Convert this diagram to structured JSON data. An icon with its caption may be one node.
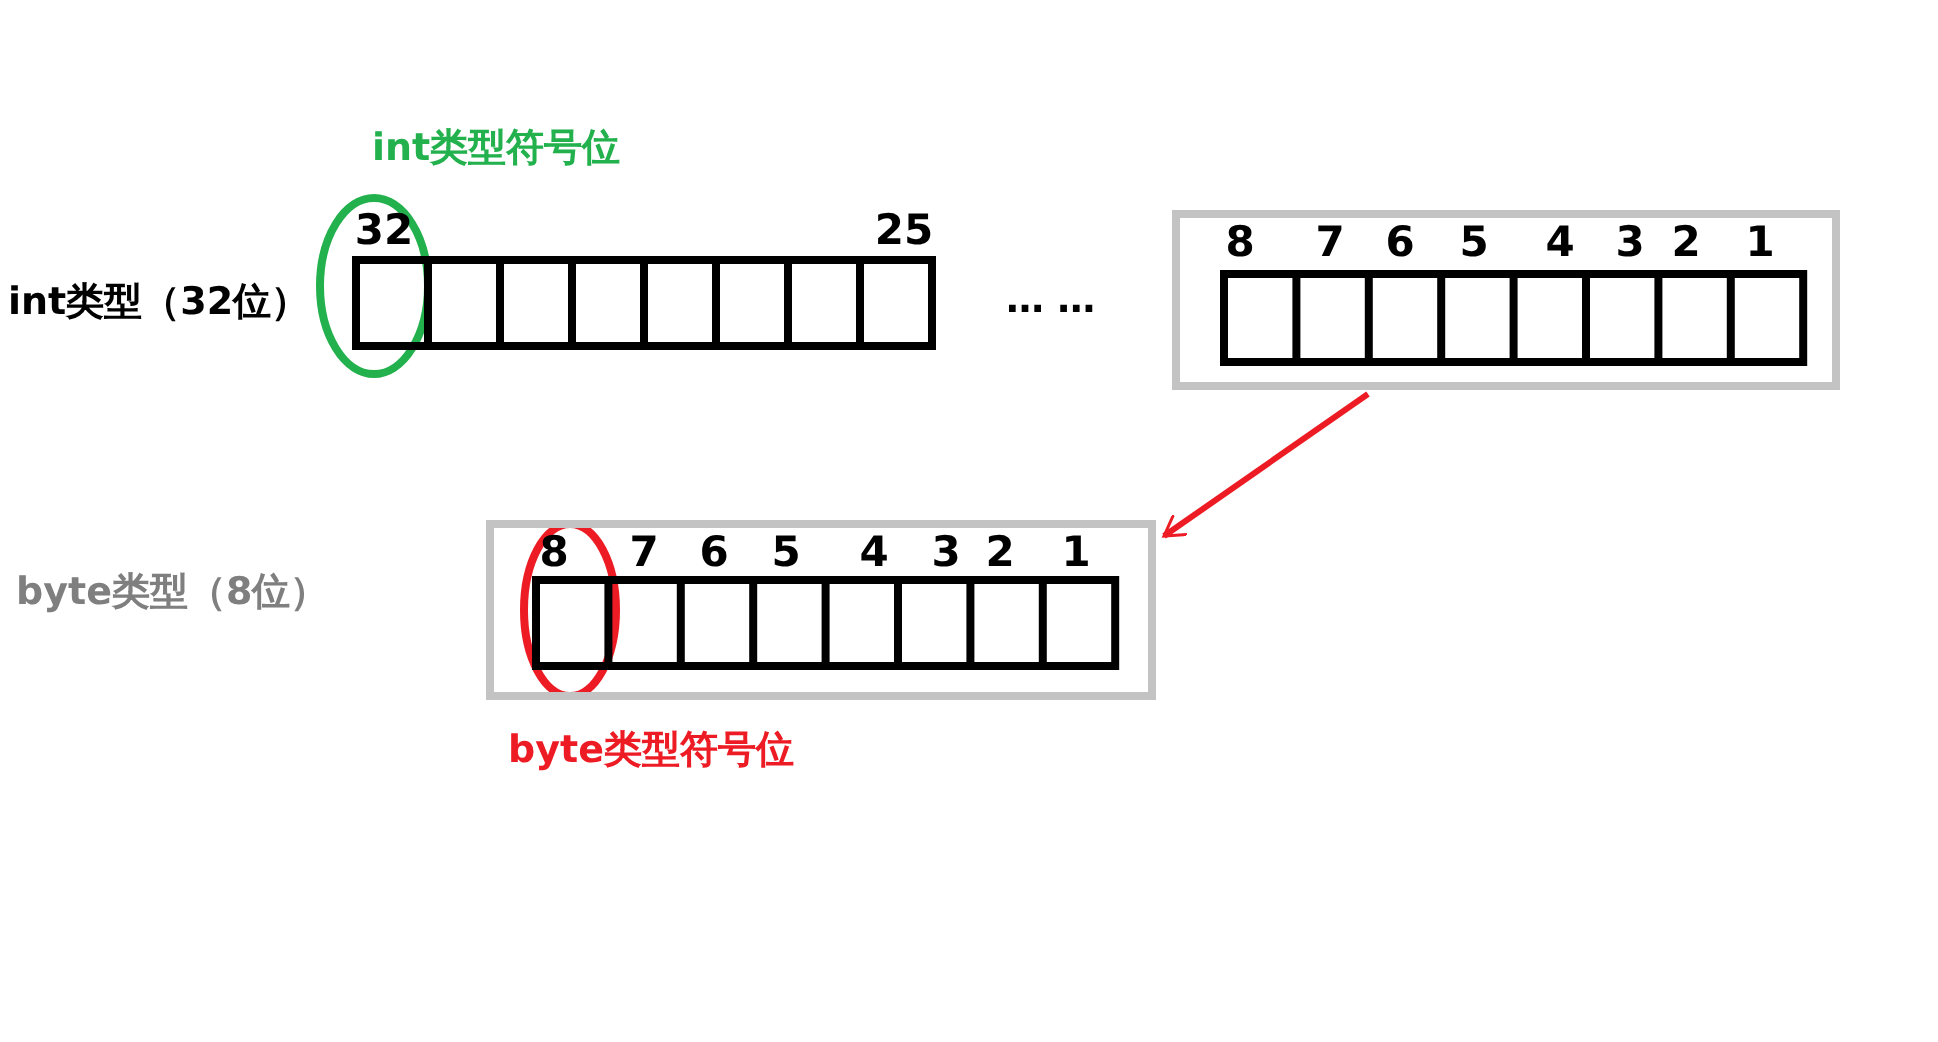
{
  "diagram": {
    "nodes": [
      {
        "text": [
          "32",
          "25"
        ]
      },
      {
        "text": [
          "8",
          "7",
          "6",
          "5",
          "4",
          "3",
          "2",
          "1"
        ]
      },
      {
        "text": [
          "8",
          "7",
          "6",
          "5",
          "4",
          "3",
          "2",
          "1"
        ]
      }
    ],
    "edges": [
      {
        "from": 1,
        "to": 2,
        "arrow": "to",
        "color": "#ed1c24"
      }
    ],
    "labels": [
      "int类型符号位",
      "int类型（32位）",
      "… …",
      "byte类型（8位）",
      "byte类型符号位"
    ]
  }
}
